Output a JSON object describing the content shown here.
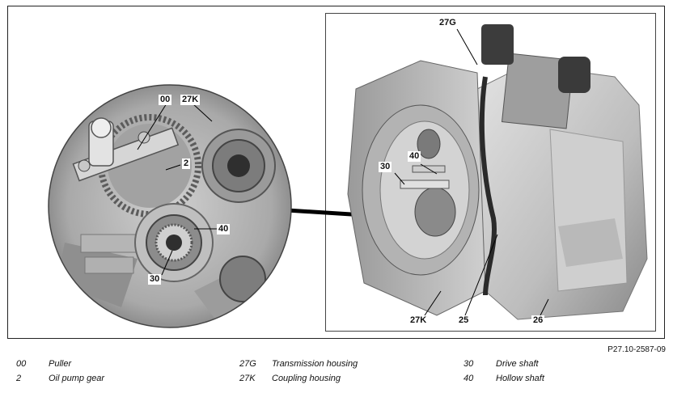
{
  "figure_id": "P27.10-2587-09",
  "callouts": {
    "c27g": "27G",
    "c00": "00",
    "c27k_detail": "27K",
    "c2": "2",
    "c40_detail": "40",
    "c30_detail": "30",
    "c40_main": "40",
    "c30_main": "30",
    "c27k_main": "27K",
    "c25": "25",
    "c26": "26"
  },
  "legend": [
    {
      "num": "00",
      "text": "Puller"
    },
    {
      "num": "2",
      "text": "Oil pump gear"
    },
    {
      "num": "27G",
      "text": "Transmission housing"
    },
    {
      "num": "27K",
      "text": "Coupling housing"
    },
    {
      "num": "30",
      "text": "Drive shaft"
    },
    {
      "num": "40",
      "text": "Hollow shaft"
    }
  ]
}
